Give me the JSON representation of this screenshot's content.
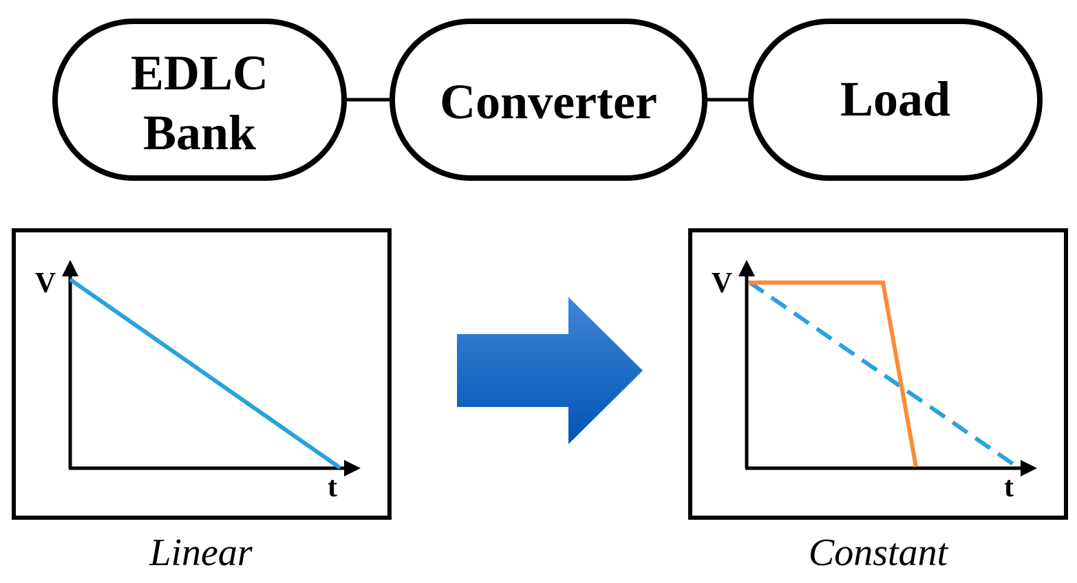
{
  "nodes": {
    "edlc": {
      "line1": "EDLC",
      "line2": "Bank"
    },
    "converter": {
      "label": "Converter"
    },
    "load": {
      "label": "Load"
    }
  },
  "plots": {
    "left": {
      "y_axis": "V",
      "x_axis": "t",
      "caption": "Linear"
    },
    "right": {
      "y_axis": "V",
      "x_axis": "t",
      "caption": "Constant"
    }
  },
  "colors": {
    "blue_line": "#29a3de",
    "orange_line": "#ff8a33",
    "arrow_light": "#3f86d6",
    "arrow_dark": "#0054b8",
    "stroke": "#000000"
  }
}
